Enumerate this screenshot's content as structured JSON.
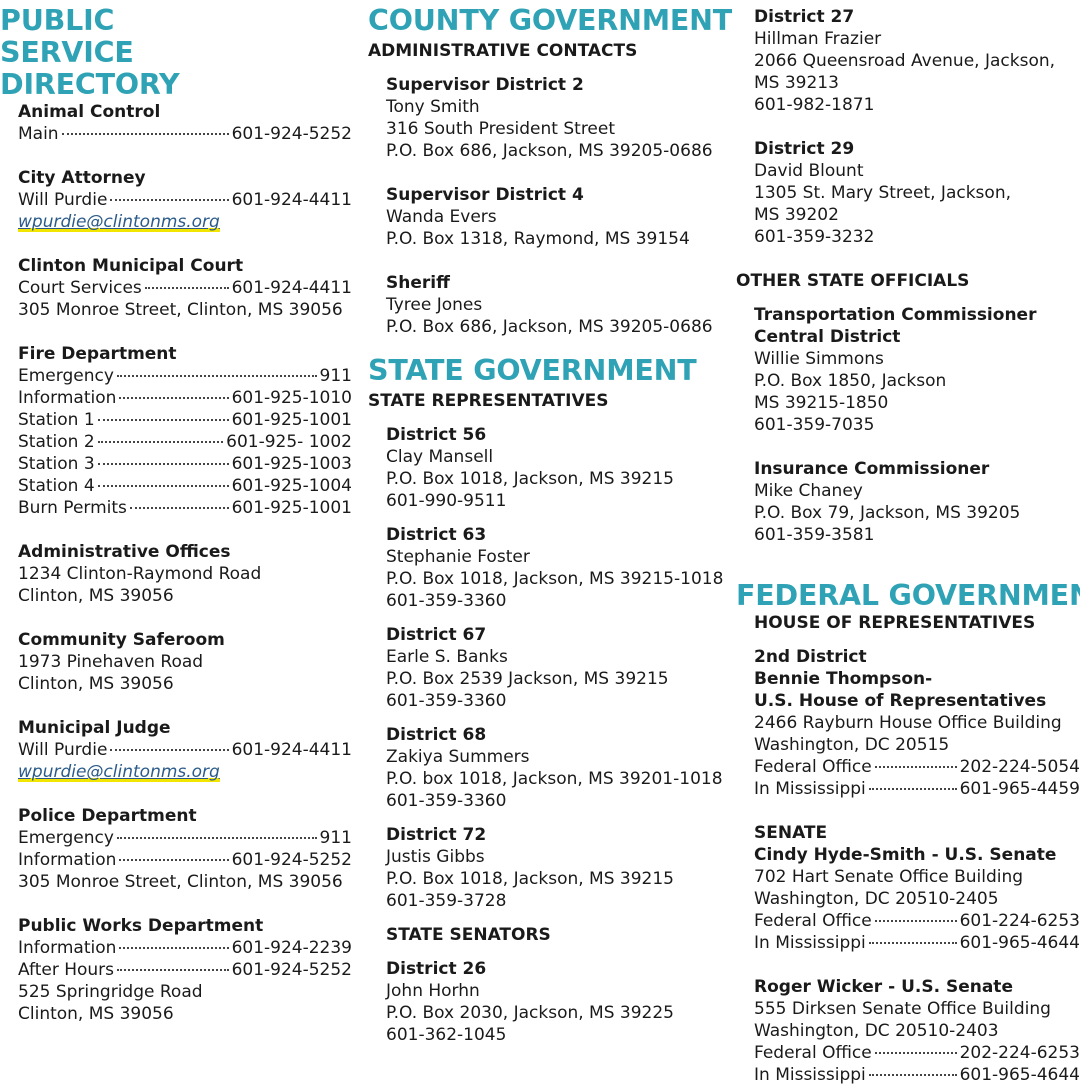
{
  "public_service": {
    "heading": "PUBLIC SERVICE DIRECTORY",
    "animal_control": {
      "title": "Animal Control",
      "main_label": "Main",
      "main_phone": "601-924-5252"
    },
    "city_attorney": {
      "title": "City Attorney",
      "name": "Will Purdie",
      "phone": "601-924-4411",
      "email": "wpurdie@clintonms.org"
    },
    "municipal_court": {
      "title": "Clinton Municipal Court",
      "label": "Court Services",
      "phone": "601-924-4411",
      "address": "305 Monroe Street, Clinton, MS 39056"
    },
    "fire": {
      "title": "Fire Department",
      "rows": [
        {
          "label": "Emergency",
          "phone": "911"
        },
        {
          "label": "Information",
          "phone": "601-925-1010"
        },
        {
          "label": "Station 1",
          "phone": "601-925-1001"
        },
        {
          "label": "Station 2",
          "phone": "601-925- 1002"
        },
        {
          "label": "Station 3",
          "phone": "601-925-1003"
        },
        {
          "label": "Station 4",
          "phone": "601-925-1004"
        },
        {
          "label": "Burn Permits",
          "phone": "601-925-1001"
        }
      ]
    },
    "admin_offices": {
      "title": "Administrative Offices",
      "line1": "1234 Clinton-Raymond Road",
      "line2": "Clinton, MS 39056"
    },
    "saferoom": {
      "title": "Community Saferoom",
      "line1": "1973 Pinehaven Road",
      "line2": "Clinton, MS 39056"
    },
    "judge": {
      "title": "Municipal Judge",
      "name": "Will Purdie",
      "phone": "601-924-4411",
      "email": "wpurdie@clintonms.org"
    },
    "police": {
      "title": "Police Department",
      "rows": [
        {
          "label": "Emergency",
          "phone": "911"
        },
        {
          "label": "Information",
          "phone": "601-924-5252"
        }
      ],
      "address": "305 Monroe Street, Clinton, MS 39056"
    },
    "public_works": {
      "title": "Public Works Department",
      "rows": [
        {
          "label": "Information",
          "phone": "601-924-2239"
        },
        {
          "label": "After Hours",
          "phone": "601-924-5252"
        }
      ],
      "line1": "525 Springridge Road",
      "line2": "Clinton, MS 39056"
    }
  },
  "county": {
    "heading": "COUNTY GOVERNMENT",
    "subheading": "ADMINISTRATIVE CONTACTS",
    "entries": [
      {
        "title": "Supervisor District 2",
        "line1": "Tony Smith",
        "line2": "316 South President Street",
        "line3": "P.O. Box 686, Jackson, MS 39205-0686"
      },
      {
        "title": "Supervisor District 4",
        "line1": "Wanda Evers",
        "line2": "P.O. Box 1318, Raymond, MS 39154"
      },
      {
        "title": "Sheriff",
        "line1": "Tyree Jones",
        "line2": "P.O. Box 686, Jackson, MS 39205-0686"
      }
    ]
  },
  "state": {
    "heading": "STATE GOVERNMENT",
    "reps_heading": "STATE REPRESENTATIVES",
    "reps": [
      {
        "title": "District 56",
        "name": "Clay Mansell",
        "address": "P.O. Box 1018, Jackson, MS 39215",
        "phone": "601-990-9511"
      },
      {
        "title": "District 63",
        "name": "Stephanie Foster",
        "address": "P.O. Box 1018, Jackson, MS 39215-1018",
        "phone": "601-359-3360"
      },
      {
        "title": "District 67",
        "name": "Earle S. Banks",
        "address": "P.O. Box 2539 Jackson, MS 39215",
        "phone": "601-359-3360"
      },
      {
        "title": "District 68",
        "name": "Zakiya Summers",
        "address": "P.O. box 1018, Jackson, MS 39201-1018",
        "phone": "601-359-3360"
      },
      {
        "title": "District 72",
        "name": "Justis Gibbs",
        "address": "P.O. Box 1018, Jackson, MS 39215",
        "phone": "601-359-3728"
      }
    ],
    "senators_heading": "STATE SENATORS",
    "senators": [
      {
        "title": "District 26",
        "name": "John Horhn",
        "address": "P.O. Box 2030, Jackson, MS 39225",
        "phone": "601-362-1045"
      },
      {
        "title": "District 27",
        "name": "Hillman Frazier",
        "address1": "2066 Queensroad Avenue, Jackson,",
        "address2": "MS 39213",
        "phone": "601-982-1871"
      },
      {
        "title": "District 29",
        "name": "David Blount",
        "address1": "1305 St. Mary Street, Jackson,",
        "address2": "MS 39202",
        "phone": "601-359-3232"
      }
    ],
    "other_heading": "OTHER STATE OFFICIALS",
    "transport": {
      "title1": "Transportation Commissioner",
      "title2": "Central District",
      "name": "Willie Simmons",
      "line1": "P.O. Box 1850, Jackson",
      "line2": "MS 39215-1850",
      "phone": "601-359-7035"
    },
    "insurance": {
      "title": "Insurance Commissioner",
      "name": "Mike Chaney",
      "address": "P.O. Box 79, Jackson, MS 39205",
      "phone": "601-359-3581"
    }
  },
  "federal": {
    "heading": "FEDERAL GOVERNMENT",
    "house_heading": "HOUSE OF REPRESENTATIVES",
    "house": {
      "title1": "2nd District",
      "title2": "Bennie Thompson-",
      "title3": "U.S. House of Representatives",
      "line1": "2466 Rayburn House Office Building",
      "line2": "Washington, DC 20515",
      "fed_label": "Federal Office",
      "fed_phone": "202-224-5054",
      "ms_label": "In Mississippi",
      "ms_phone": "601-965-4459"
    },
    "senate_heading": "SENATE",
    "senators": [
      {
        "title": "Cindy Hyde-Smith - U.S. Senate",
        "line1": "702 Hart Senate Office Building",
        "line2": "Washington, DC 20510-2405",
        "fed_label": "Federal Office",
        "fed_phone": "601-224-6253",
        "ms_label": "In Mississippi",
        "ms_phone": "601-965-4644"
      },
      {
        "title": "Roger Wicker - U.S. Senate",
        "line1": "555 Dirksen Senate Office Building",
        "line2": "Washington, DC 20510-2403",
        "fed_label": "Federal Office",
        "fed_phone": "202-224-6253",
        "ms_label": "In Mississippi",
        "ms_phone": "601-965-4644"
      }
    ]
  }
}
